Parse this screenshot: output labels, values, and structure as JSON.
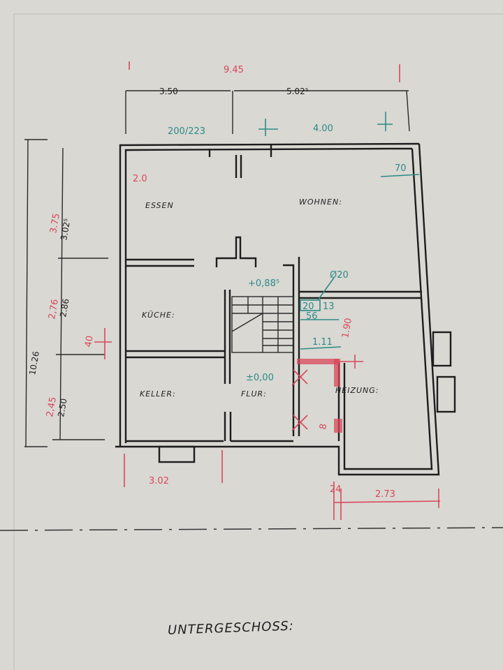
{
  "title": "UNTERGESCHOSS:",
  "rooms": {
    "essen": "ESSEN",
    "wohnen": "WOHNEN:",
    "kueche": "KÜCHE:",
    "keller": "KELLER:",
    "flur": "FLUR:",
    "heizung": "HEIZUNG:"
  },
  "dimensions_black": {
    "top_left": "3.50",
    "top_right": "5.02⁵",
    "total_height": "10.26",
    "left_upper": "3.02⁵",
    "left_middle": "2.86",
    "left_lower": "2.50"
  },
  "dimensions_red": {
    "total_width": "9.45",
    "left_upper": "3.75",
    "left_middle": "2,76",
    "left_lower": "2,45",
    "window_width": "40",
    "essen_corner": "2.0",
    "bottom_keller": "3.02",
    "bottom_heizung_wall": "24",
    "bottom_heizung": "2.73",
    "heizung_height": "1.90",
    "heizung_wall": "8"
  },
  "dimensions_teal": {
    "window_essen": "200/223",
    "window_wohnen": "4.00",
    "corner": "70",
    "level_upper": "+0,88⁵",
    "chimney_diameter": "Ø20",
    "chimney_a": "20",
    "chimney_b": "13",
    "chimney_c": "56",
    "heizung_width": "1.11",
    "level_ground": "±0,00"
  },
  "colors": {
    "paper": "#d9d8d3",
    "ink": "#1d1d1d",
    "red": "#d9475a",
    "teal": "#2c8a86"
  }
}
